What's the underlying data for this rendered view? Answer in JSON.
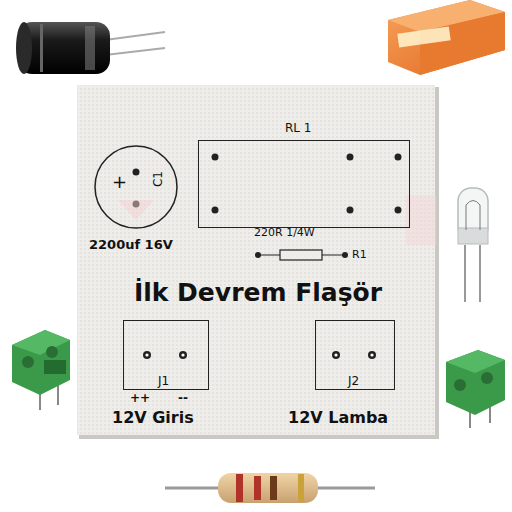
{
  "diagram": {
    "title": "İlk Devrem Flaşör",
    "nodes": [
      {
        "text": [
          "RL 1"
        ]
      },
      {
        "text": [
          "+",
          "C1"
        ]
      },
      {
        "text": [
          "J1"
        ]
      },
      {
        "text": [
          "J2"
        ]
      }
    ],
    "edges": [],
    "labels": [
      "2200uf 16V",
      "220R 1/4W",
      "R1",
      "++",
      "--",
      "12V Giris",
      "12V Lamba"
    ]
  }
}
